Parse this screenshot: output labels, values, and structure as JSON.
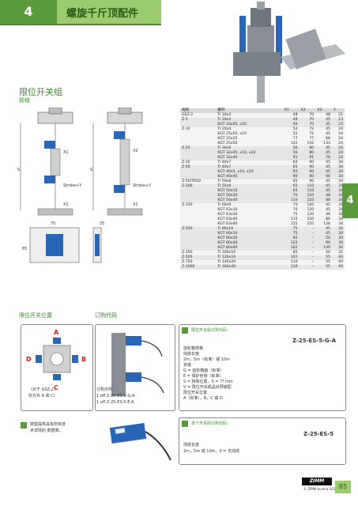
{
  "header": {
    "chapter": "4",
    "title": "螺旋千斤顶配件"
  },
  "section": {
    "title": "限位开关组",
    "subtitle": "规格"
  },
  "side_tab": "4",
  "drawing": {
    "labels": {
      "s": "S",
      "x1": "X1",
      "stroke_y": "Stroke+Y",
      "x2": "X2",
      "dim70": "70",
      "dim25": "25",
      "dim65": "65"
    }
  },
  "table": {
    "headers": [
      "规格",
      "螺杆",
      "X1",
      "X2",
      "X3",
      "Y"
    ],
    "rows": [
      [
        "GSZ-2",
        "Tr  16x4",
        "48",
        "70",
        "48",
        "21"
      ],
      [
        "Z-5",
        "Tr  18x4",
        "49",
        "70",
        "45",
        "23"
      ],
      [
        "",
        "KGT 16x05, x10",
        "49",
        "70",
        "45",
        "23"
      ],
      [
        "Z-10",
        "Tr  20x4",
        "52",
        "72",
        "45",
        "24"
      ],
      [
        "",
        "KGT 25x05, x10",
        "52",
        "72",
        "45",
        "24"
      ],
      [
        "",
        "KGT 25x25",
        "77",
        "77",
        "68",
        "24"
      ],
      [
        "",
        "KGT 25x50",
        "142",
        "142",
        "133",
        "24"
      ],
      [
        "Z-25",
        "Tr  30x6",
        "56",
        "80",
        "45",
        "24"
      ],
      [
        "",
        "KGT 32x05, x10, x20",
        "56",
        "80",
        "45",
        "24"
      ],
      [
        "",
        "KGT 32x40",
        "91",
        "91",
        "76",
        "24"
      ],
      [
        "Z-35",
        "Tr  40x7",
        "64",
        "90",
        "45",
        "34"
      ],
      [
        "Z-50",
        "Tr  40x7",
        "65",
        "90",
        "45",
        "34"
      ],
      [
        "",
        "KGT 40x5, x10, x20",
        "65",
        "90",
        "45",
        "34"
      ],
      [
        "",
        "KGT 40x40",
        "90",
        "90",
        "66",
        "34"
      ],
      [
        "Z-50/TR50",
        "Tr  50x8",
        "65",
        "90",
        "45",
        "34"
      ],
      [
        "Z-100",
        "Tr  55x9",
        "65",
        "110",
        "45",
        "34"
      ],
      [
        "",
        "KGT 50x10",
        "65",
        "110",
        "45",
        "34"
      ],
      [
        "",
        "KGT 50x20",
        "70",
        "110",
        "48",
        "34"
      ],
      [
        "",
        "KGT 50x40",
        "110",
        "110",
        "88",
        "34"
      ],
      [
        "Z-150",
        "Tr  60x9",
        "70",
        "120",
        "45",
        "34"
      ],
      [
        "",
        "KGT 63x10",
        "70",
        "120",
        "45",
        "34"
      ],
      [
        "",
        "KGT 63x20",
        "75",
        "120",
        "48",
        "34"
      ],
      [
        "",
        "KGT 63x40",
        "115",
        "120",
        "86",
        "34"
      ],
      [
        "",
        "KGT 63x60",
        "155",
        "155",
        "128",
        "34"
      ],
      [
        "Z-250",
        "Tr  80x16",
        "75",
        "–",
        "45",
        "30"
      ],
      [
        "",
        "KGT 80x10",
        "75",
        "–",
        "45",
        "30"
      ],
      [
        "",
        "KGT 80x20",
        "82",
        "–",
        "50",
        "30"
      ],
      [
        "",
        "KGT 80x40",
        "122",
        "–",
        "90",
        "30"
      ],
      [
        "",
        "KGT 80x60",
        "162",
        "–",
        "130",
        "30"
      ],
      [
        "Z-350",
        "Tr  100x16",
        "85",
        "–",
        "50",
        "31"
      ],
      [
        "Z-500",
        "Tr  120x16",
        "102",
        "–",
        "55",
        "40"
      ],
      [
        "Z-750",
        "Tr  140x20",
        "110",
        "–",
        "55",
        "40"
      ],
      [
        "Z-1000",
        "Tr  160x20",
        "110",
        "–",
        "55",
        "40"
      ]
    ]
  },
  "positions": {
    "title": "限位开关位置",
    "letters": [
      "A",
      "B",
      "C",
      "D"
    ],
    "note1": "（对于 GSZ-2，",
    "note2": "仅允许 A 和 C）"
  },
  "order": {
    "title": "订购代码",
    "example_title": "订购示例：",
    "example_1": "1 off Z-25-ES-5-G-A",
    "example_2": "1 off Z-25-ES-5-E-A",
    "box1": {
      "heading": "限位开关组订购代码：",
      "code": "Z-25-ES-5-G-A",
      "lines": [
        "齿轮箱规格",
        "线缆长度",
        "2m，5m（标准）或 10m",
        "安装",
        "G = 齿轮箱面（标准）",
        "E = 保护管侧（标准）",
        "S = 特殊位置，S = ?? mm",
        "V = 限位开关成品对预装配",
        "限位开关位置",
        "A（标准），B，C 或 D"
      ]
    },
    "box2": {
      "heading": "单个开关的订购代码：",
      "code": "Z-25-ES-5",
      "lines": [
        "线缆长度",
        "2m，5m 或 10m，0 = 无线缆"
      ]
    },
    "side_note_1": "按需提供具有所有技",
    "side_note_2": "术详情的 数据表。"
  },
  "footer": {
    "logo": "ZIMM",
    "copyright": "© ZIMM Austria 2015",
    "page": "85"
  }
}
